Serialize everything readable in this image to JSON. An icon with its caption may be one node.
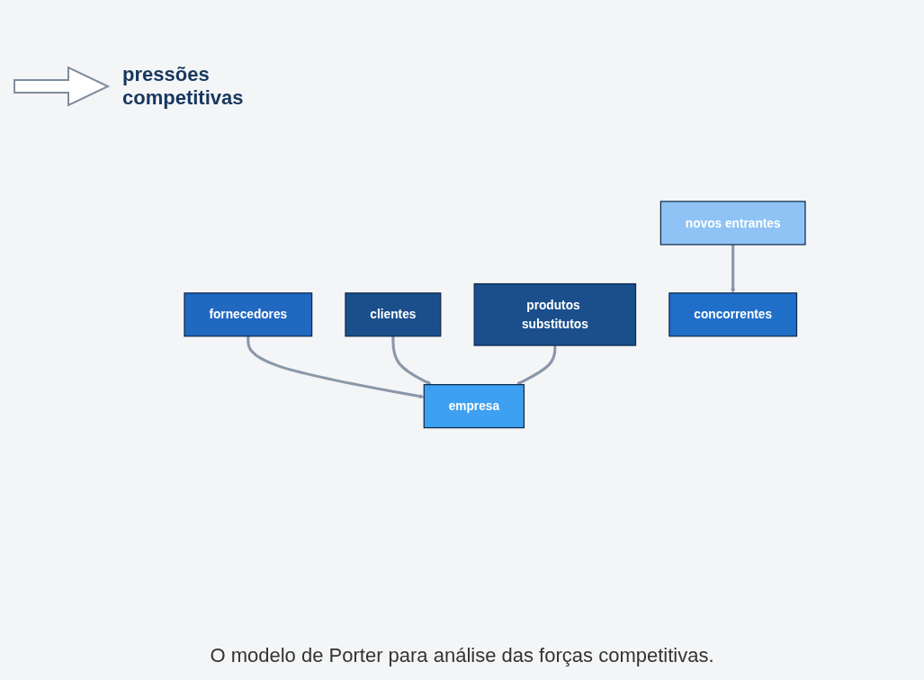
{
  "diagram": {
    "caption": "O modelo de Porter para análise das forças competitivas.",
    "nodes": [
      {
        "text": [
          "novos entrantes"
        ]
      },
      {
        "text": [
          "concorrentes"
        ]
      },
      {
        "text": [
          "fornecedores"
        ]
      },
      {
        "text": [
          "empresa"
        ]
      },
      {
        "text": [
          "clientes"
        ]
      },
      {
        "text": [
          "produtos substitutos"
        ]
      }
    ],
    "edges": [
      {
        "from": 0,
        "to": 1,
        "arrow": "to"
      },
      {
        "from": 2,
        "to": 3,
        "arrow": "to"
      },
      {
        "from": 4,
        "to": 3,
        "arrow": "to"
      },
      {
        "from": 5,
        "to": 3,
        "arrow": "to"
      }
    ],
    "legend": [
      {
        "text": "pressões competitivas"
      }
    ]
  }
}
